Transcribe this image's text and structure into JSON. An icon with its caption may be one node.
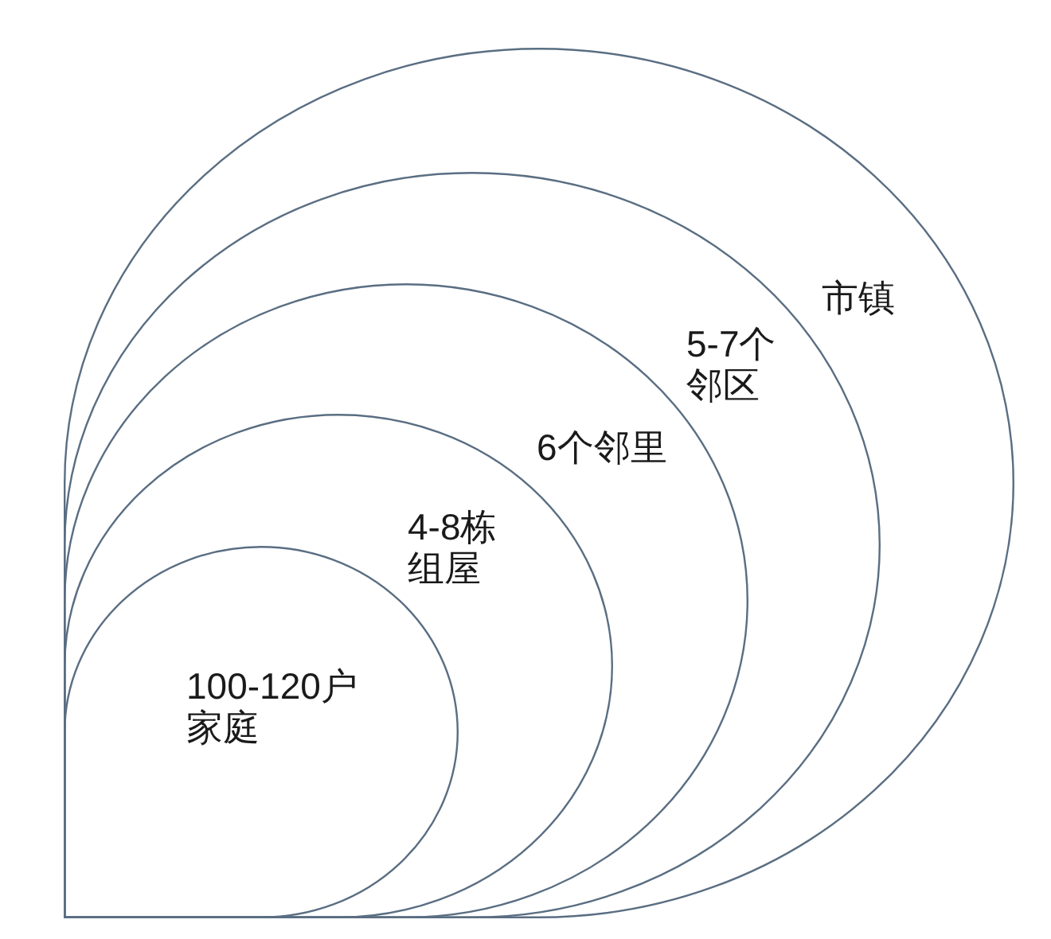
{
  "diagram": {
    "nodes": [
      {
        "text": [
          "市镇"
        ]
      },
      {
        "text": [
          "5-7个邻区"
        ],
        "in": 0
      },
      {
        "text": [
          "6个邻里"
        ],
        "in": 1
      },
      {
        "text": [
          "4-8栋组屋"
        ],
        "in": 2
      },
      {
        "text": [
          "100-120户家庭"
        ],
        "in": 3
      }
    ]
  }
}
